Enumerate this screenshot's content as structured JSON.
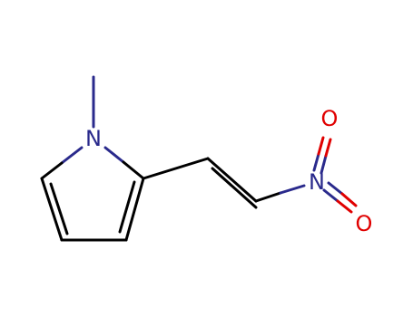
{
  "molecule": {
    "atoms": {
      "n_ring": {
        "symbol": "N",
        "color": "#2a2a8c"
      },
      "n_nitro": {
        "symbol": "N",
        "color": "#2a2a8c"
      },
      "o_top": {
        "symbol": "O",
        "color": "#e00000"
      },
      "o_bottom": {
        "symbol": "O",
        "color": "#e00000"
      }
    },
    "bond_color": "#000000"
  }
}
